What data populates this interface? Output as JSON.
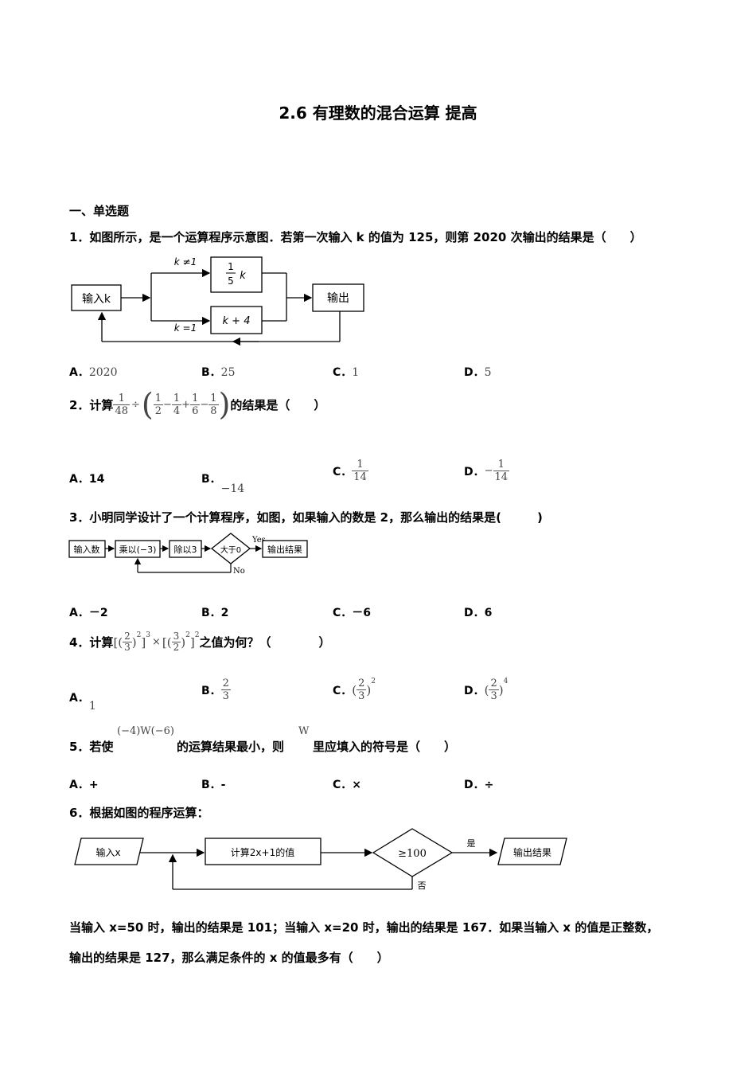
{
  "title": "2.6 有理数的混合运算 提高",
  "section": "一、单选题",
  "q1": {
    "stem": "1．如图所示，是一个运算程序示意图．若第一次输入 k 的值为 125，则第 2020 次输出的结果是（　　）",
    "diagram": {
      "input": "输入k",
      "cond_top": "k ≠1",
      "op_top_num": "1",
      "op_top_den": "5",
      "op_top_var": "k",
      "cond_bottom": "k =1",
      "op_bottom": "k + 4",
      "output": "输出"
    },
    "options": [
      {
        "label": "A．",
        "value": "2020"
      },
      {
        "label": "B．",
        "value": "25"
      },
      {
        "label": "C．",
        "value": "1"
      },
      {
        "label": "D．",
        "value": "5"
      }
    ]
  },
  "q2": {
    "prefix": "2．计算",
    "suffix": "的结果是（　　）",
    "expr": {
      "f1n": "1",
      "f1d": "48",
      "div": "÷",
      "a_n": "1",
      "a_d": "2",
      "minus": "−",
      "b_n": "1",
      "b_d": "4",
      "plus": "+",
      "c_n": "1",
      "c_d": "6",
      "minus2": "−",
      "d_n": "1",
      "d_d": "8"
    },
    "options": [
      {
        "label": "A．",
        "value": "14"
      },
      {
        "label": "B．",
        "value": "−14"
      },
      {
        "label": "C．",
        "num": "1",
        "den": "14"
      },
      {
        "label": "D．",
        "sign": "−",
        "num": "1",
        "den": "14"
      }
    ]
  },
  "q3": {
    "stem": "3．小明同学设计了一个计算程序，如图，如果输入的数是 2，那么输出的结果是(　　　)",
    "diagram": {
      "input": "输入数",
      "mult": "乘以(−3)",
      "div": "除以3",
      "cond": "大于0",
      "yes": "Yes",
      "no": "No",
      "output": "输出结果"
    },
    "options": [
      {
        "label": "A．",
        "value": "－2"
      },
      {
        "label": "B．",
        "value": "2"
      },
      {
        "label": "C．",
        "value": "－6"
      },
      {
        "label": "D．",
        "value": "6"
      }
    ]
  },
  "q4": {
    "prefix": "4．计算",
    "suffix": "之值为何？（　　　　）",
    "expr": {
      "a_n": "2",
      "a_d": "3",
      "exp_in1": "2",
      "exp_out1": "3",
      "times": "×",
      "b_n": "3",
      "b_d": "2",
      "exp_in2": "2",
      "exp_out2": "2"
    },
    "options": [
      {
        "label": "A．",
        "value": "1"
      },
      {
        "label": "B．",
        "num": "2",
        "den": "3"
      },
      {
        "label": "C．",
        "num": "2",
        "den": "3",
        "exp": "2"
      },
      {
        "label": "D．",
        "num": "2",
        "den": "3",
        "exp": "4"
      }
    ]
  },
  "q5": {
    "prefix": "5．若使",
    "expr": "(−4)W(−6)",
    "middle": "的运算结果最小，则",
    "symbol": "W",
    "suffix": "里应填入的符号是（　　）",
    "options": [
      {
        "label": "A．",
        "value": "+"
      },
      {
        "label": "B．",
        "value": "-"
      },
      {
        "label": "C．",
        "value": "×"
      },
      {
        "label": "D．",
        "value": "÷"
      }
    ]
  },
  "q6": {
    "stem": "6．根据如图的程序运算：",
    "diagram": {
      "input": "输入x",
      "calc": "计算2x+1的值",
      "cond": "≥100",
      "yes": "是",
      "no": "否",
      "output": "输出结果"
    },
    "line1": "当输入 x=50 时，输出的结果是 101；当输入 x=20 时，输出的结果是 167．如果当输入 x 的值是正整数，",
    "line2": "输出的结果是 127，那么满足条件的 x 的值最多有（　　）"
  }
}
